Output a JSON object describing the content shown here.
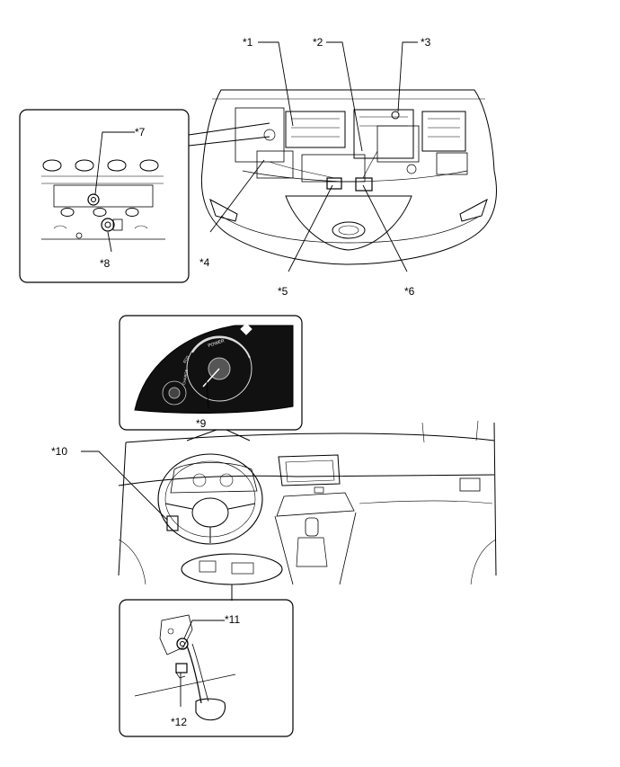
{
  "callouts": [
    {
      "id": "c1",
      "label": "*1"
    },
    {
      "id": "c2",
      "label": "*2"
    },
    {
      "id": "c3",
      "label": "*3"
    },
    {
      "id": "c4",
      "label": "*4"
    },
    {
      "id": "c5",
      "label": "*5"
    },
    {
      "id": "c6",
      "label": "*6"
    },
    {
      "id": "c7",
      "label": "*7"
    },
    {
      "id": "c8",
      "label": "*8"
    },
    {
      "id": "c9",
      "label": "*9"
    },
    {
      "id": "c10",
      "label": "*10"
    },
    {
      "id": "c11",
      "label": "*11"
    },
    {
      "id": "c12",
      "label": "*12"
    }
  ],
  "meter": {
    "gauge_label": "POWER",
    "gauge_marks": [
      "ECO",
      "CHARGE"
    ]
  },
  "colors": {
    "ink": "#000000",
    "paper": "#ffffff",
    "meter_bg": "#111111"
  }
}
